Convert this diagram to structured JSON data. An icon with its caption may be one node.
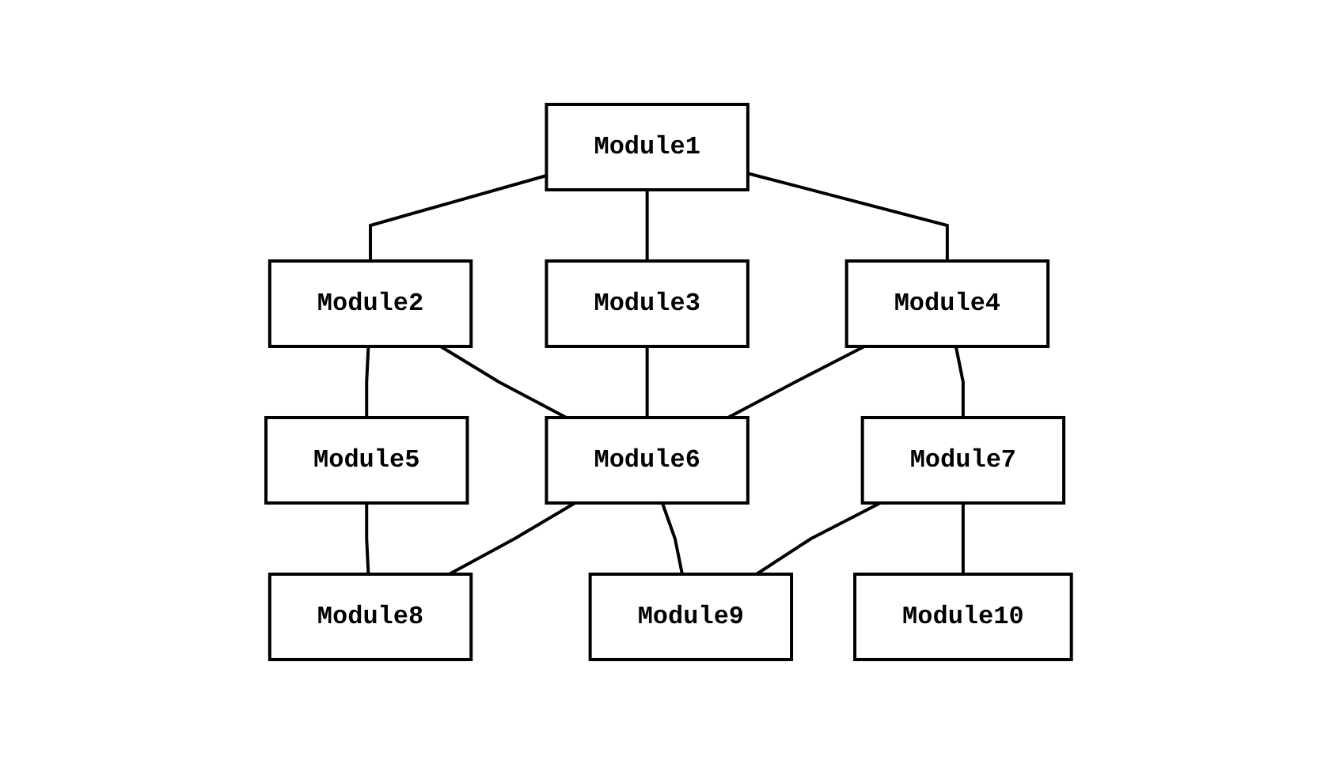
{
  "diagram": {
    "nodes": [
      {
        "text": [
          "Module1"
        ]
      },
      {
        "text": [
          "Module2"
        ]
      },
      {
        "text": [
          "Module3"
        ]
      },
      {
        "text": [
          "Module4"
        ]
      },
      {
        "text": [
          "Module5"
        ]
      },
      {
        "text": [
          "Module6"
        ]
      },
      {
        "text": [
          "Module7"
        ]
      },
      {
        "text": [
          "Module8"
        ]
      },
      {
        "text": [
          "Module9"
        ]
      },
      {
        "text": [
          "Module10"
        ]
      }
    ],
    "edges": [
      {
        "from": 0,
        "to": 1,
        "arrow": "none"
      },
      {
        "from": 0,
        "to": 2,
        "arrow": "none"
      },
      {
        "from": 0,
        "to": 3,
        "arrow": "none"
      },
      {
        "from": 1,
        "to": 4,
        "arrow": "none"
      },
      {
        "from": 1,
        "to": 5,
        "arrow": "none"
      },
      {
        "from": 2,
        "to": 5,
        "arrow": "none"
      },
      {
        "from": 3,
        "to": 5,
        "arrow": "none"
      },
      {
        "from": 3,
        "to": 6,
        "arrow": "none"
      },
      {
        "from": 4,
        "to": 7,
        "arrow": "none"
      },
      {
        "from": 5,
        "to": 7,
        "arrow": "none"
      },
      {
        "from": 5,
        "to": 8,
        "arrow": "none"
      },
      {
        "from": 6,
        "to": 8,
        "arrow": "none"
      },
      {
        "from": 6,
        "to": 9,
        "arrow": "none"
      }
    ]
  }
}
